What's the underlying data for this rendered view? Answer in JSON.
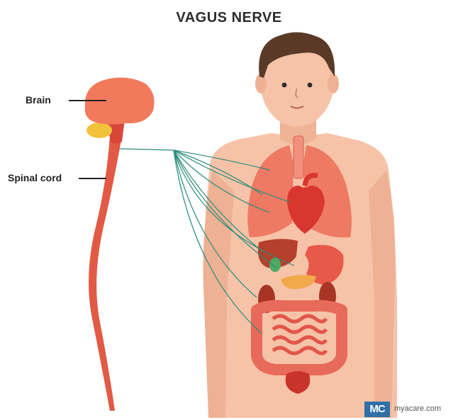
{
  "title": "VAGUS NERVE",
  "labels": {
    "brain": "Brain",
    "spinal_cord": "Spinal cord"
  },
  "watermark": {
    "logo": "MC",
    "site": "myacare.com"
  },
  "colors": {
    "skin": "#f6c3a8",
    "skin_shade": "#eaa98c",
    "hair": "#5a3a26",
    "organ_red": "#e44b3f",
    "lung": "#ee7a64",
    "liver": "#b5402c",
    "nerve": "#2a8c7a",
    "brain": "#f27a5c",
    "brainstem": "#f2c33a",
    "cord": "#e25a45",
    "logo_blue": "#2f6fa8"
  }
}
